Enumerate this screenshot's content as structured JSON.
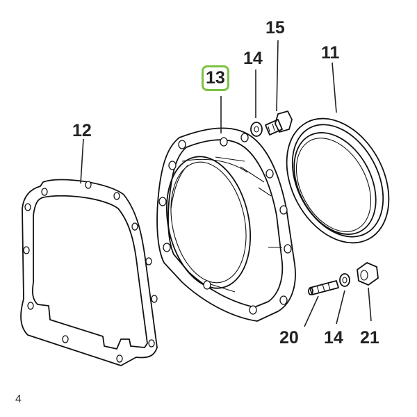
{
  "callouts": {
    "c12": "12",
    "c13": "13",
    "c14a": "14",
    "c15": "15",
    "c11": "11",
    "c20": "20",
    "c14b": "14",
    "c21": "21"
  },
  "edge_mark": "4",
  "selected_callout": "13",
  "highlight_color": "#7cc242"
}
